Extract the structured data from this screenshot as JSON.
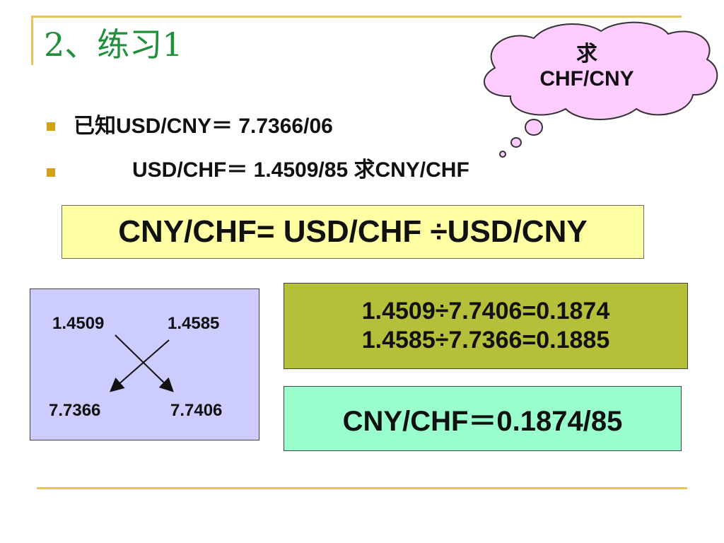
{
  "slide": {
    "title": "2、练习1",
    "bullets": [
      {
        "text": "已知USD/CNY＝ 7.7366/06"
      },
      {
        "text": "USD/CHF＝ 1.4509/85  求CNY/CHF"
      }
    ],
    "formula": "CNY/CHF= USD/CHF ÷USD/CNY",
    "cross": {
      "top_left": "1.4509",
      "top_right": "1.4585",
      "bottom_left": "7.7366",
      "bottom_right": "7.7406"
    },
    "calc": {
      "line1": "1.4509÷7.7406=0.1874",
      "line2": "1.4585÷7.7366=0.1885"
    },
    "result": "CNY/CHF＝0.1874/85",
    "thought_bubble": {
      "line1": "求",
      "line2": "CHF/CNY"
    }
  },
  "colors": {
    "title": "#1f8f3a",
    "frame": "#e8c25a",
    "bullet": "#d4a017",
    "formula_bg": "#ffffa3",
    "cross_bg": "#ccccff",
    "calc_bg": "#b5bf3a",
    "result_bg": "#99ffcc",
    "cloud_bg": "#ffccff"
  }
}
